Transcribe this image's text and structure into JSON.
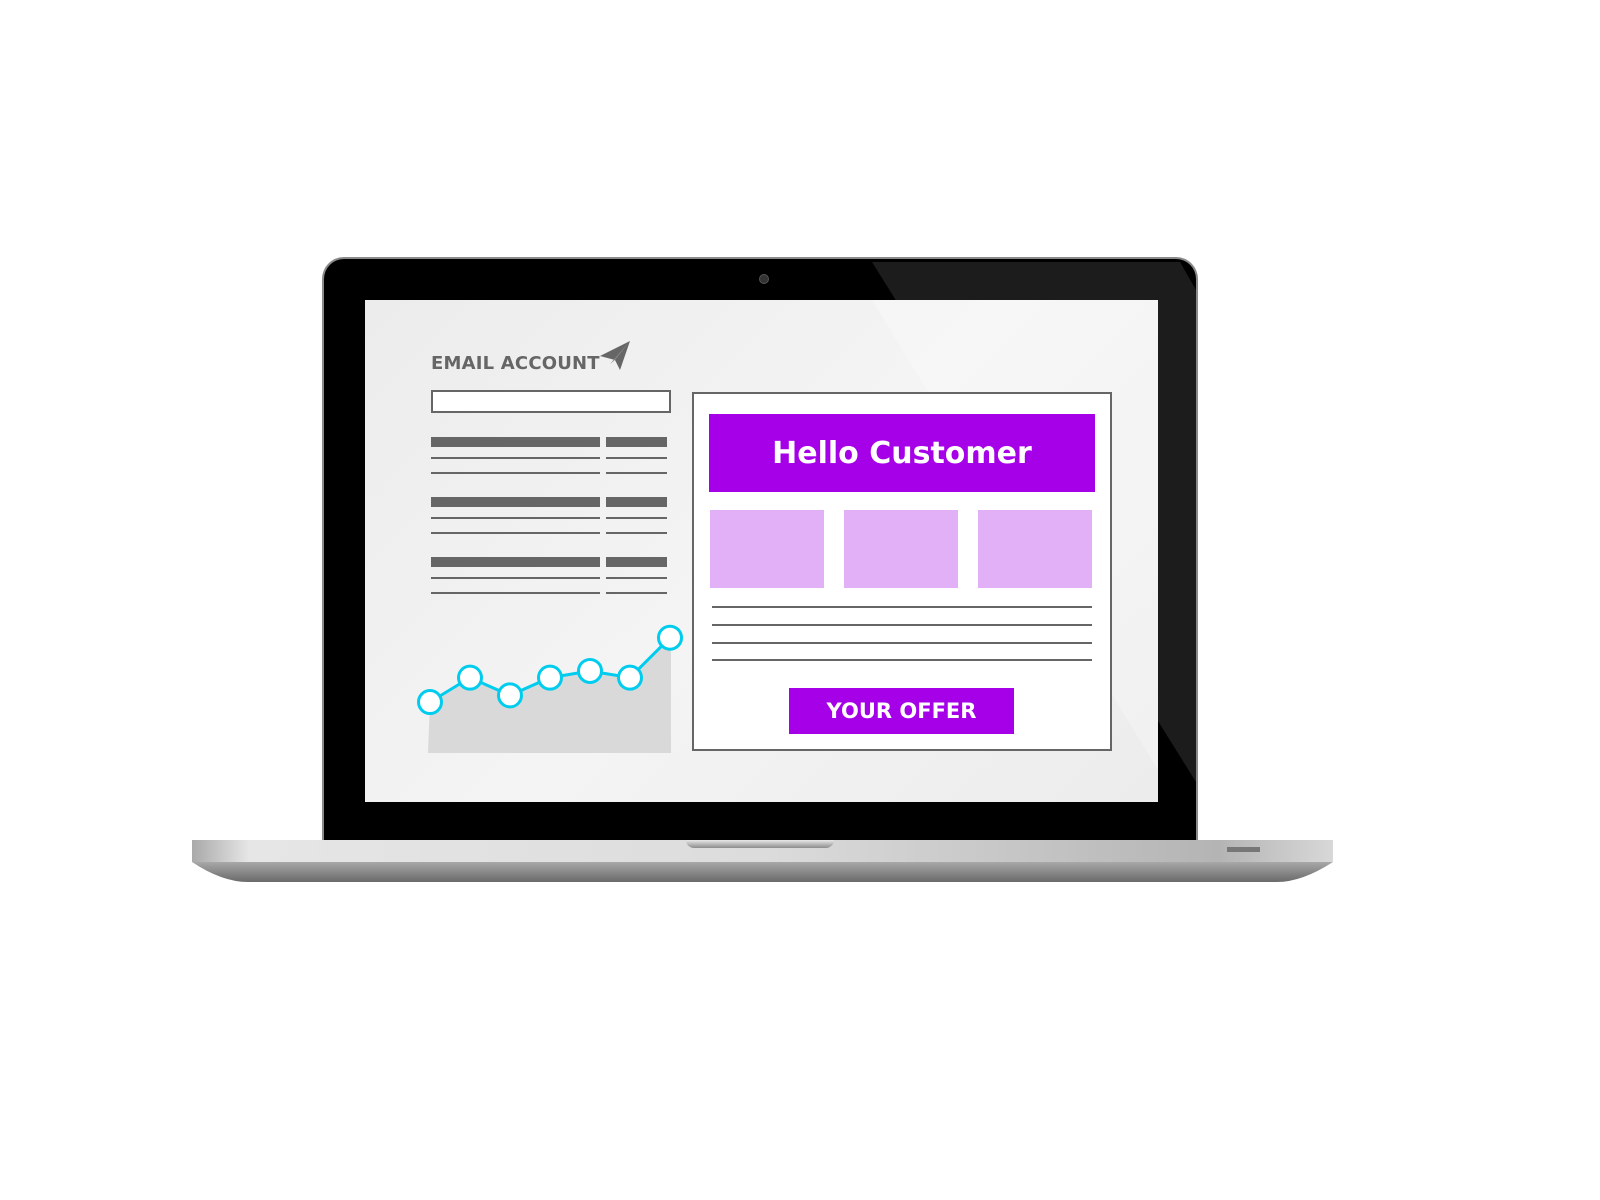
{
  "sidebar": {
    "title": "EMAIL ACCOUNT",
    "icon": "paper-plane-icon",
    "input_value": ""
  },
  "chart_data": {
    "type": "area",
    "title": "",
    "xlabel": "",
    "ylabel": "",
    "x": [
      1,
      2,
      3,
      4,
      5,
      6,
      7
    ],
    "values": [
      2.3,
      3.4,
      2.6,
      3.4,
      3.7,
      3.4,
      5.2
    ],
    "ylim": [
      0,
      6
    ],
    "line_color": "#00ccee",
    "fill_color": "#d9d9d9"
  },
  "email": {
    "header": "Hello Customer",
    "cta": "YOUR OFFER",
    "accent": "#a600e8",
    "tile_color": "#e2b0f7"
  }
}
